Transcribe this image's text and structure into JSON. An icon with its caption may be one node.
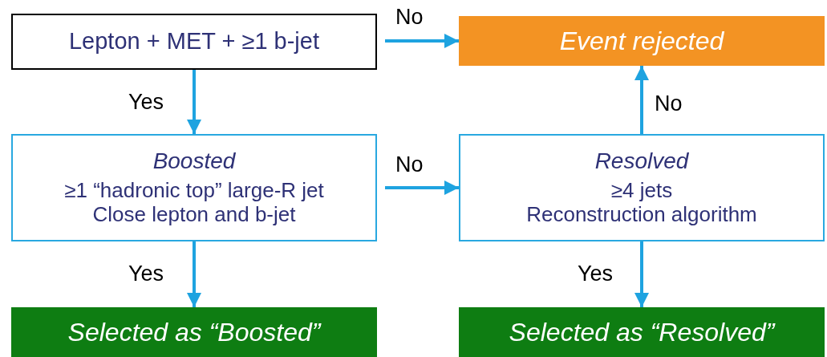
{
  "diagram": {
    "nodes": [
      {
        "text": [
          "Lepton + MET + ≥1 b-jet"
        ]
      },
      {
        "text": [
          "Event rejected"
        ]
      },
      {
        "text": [
          "Boosted",
          "≥1 “hadronic top” large-R jet",
          "Close lepton and b-jet"
        ]
      },
      {
        "text": [
          "Resolved",
          "≥4 jets",
          "Reconstruction algorithm"
        ]
      },
      {
        "text": [
          "Selected as “Boosted”"
        ]
      },
      {
        "text": [
          "Selected as “Resolved”"
        ]
      }
    ],
    "edges": [
      {
        "from": 0,
        "to": 1,
        "arrow": "to",
        "label": "No"
      },
      {
        "from": 0,
        "to": 2,
        "arrow": "to",
        "label": "Yes"
      },
      {
        "from": 2,
        "to": 3,
        "arrow": "to",
        "label": "No"
      },
      {
        "from": 3,
        "to": 1,
        "arrow": "to",
        "label": "No"
      },
      {
        "from": 2,
        "to": 4,
        "arrow": "to",
        "label": "Yes"
      },
      {
        "from": 3,
        "to": 5,
        "arrow": "to",
        "label": "Yes"
      }
    ]
  }
}
